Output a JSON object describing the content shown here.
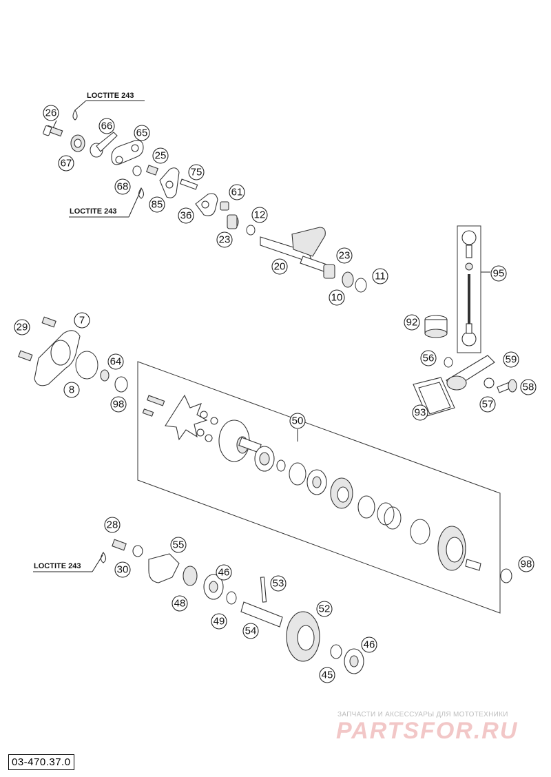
{
  "diagram": {
    "document_number": "03-470.37.0",
    "loctite_labels": [
      "LOCTITE 243",
      "LOCTITE 243",
      "LOCTITE 243"
    ],
    "callouts": [
      "26",
      "66",
      "65",
      "67",
      "25",
      "68",
      "75",
      "85",
      "61",
      "36",
      "12",
      "23",
      "20",
      "23",
      "11",
      "10",
      "95",
      "7",
      "29",
      "92",
      "64",
      "8",
      "98",
      "56",
      "59",
      "93",
      "57",
      "58",
      "50",
      "28",
      "55",
      "30",
      "46",
      "53",
      "48",
      "49",
      "52",
      "54",
      "46",
      "45",
      "98"
    ]
  },
  "watermark": {
    "caption": "ЗАПЧАСТИ И АКСЕССУАРЫ ДЛЯ МОТОТЕХНИКИ",
    "brand": "PARTSFOR.RU"
  }
}
